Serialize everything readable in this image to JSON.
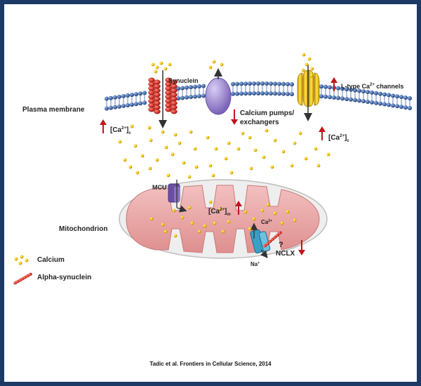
{
  "labels": {
    "plasma_membrane": "Plasma membrane",
    "synuclein": "Synuclein",
    "ltype_prefix": "L-type Ca",
    "ltype_sup": "2+",
    "ltype_suffix": " channels",
    "pumps_line1": "Calcium pumps/",
    "pumps_line2": "exchangers",
    "ca_base": "[Ca",
    "ca_sup": "2+",
    "ca_close": "]",
    "ca_sub_c": "c",
    "ca_sub_m": "m",
    "mcu": "MCU",
    "mitochondrion": "Mitochondrion",
    "ca_ion": "Ca",
    "ca_ion_sup": "2+",
    "na_ion": "Na",
    "na_ion_sup": "+",
    "question": "?",
    "nclx": "NCLX"
  },
  "legend": {
    "calcium": "Calcium",
    "alpha_synuclein": "Alpha-synuclein"
  },
  "caption": "Tadic et al. Frontiers in Cellular Science, 2014",
  "colors": {
    "frame": "#1d3a66",
    "membrane": "#2a4f8f",
    "calcium": "#f2c200",
    "synuclein": "#e0241b",
    "pump": "#9b86d4",
    "ltype": "#f5c400",
    "mito_fill": "#e8a2a2",
    "mcu": "#6a4fa0",
    "nclx": "#3aa0c8",
    "arrow_up_down": "#c0161b"
  }
}
